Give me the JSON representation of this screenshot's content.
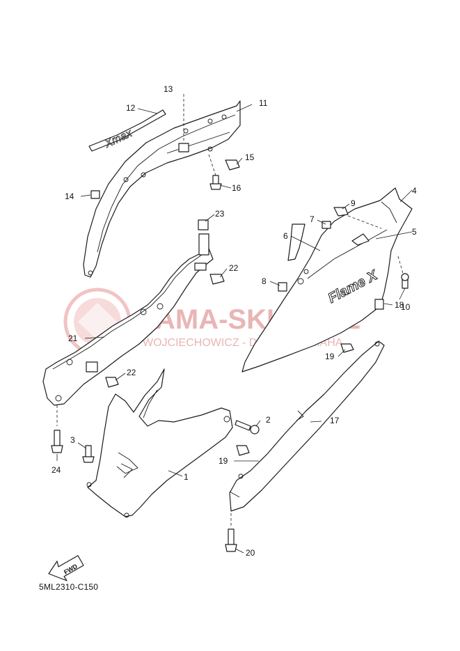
{
  "diagram_code": "5ML2310-C150",
  "watermark": {
    "brand": "YAMA-SKLEP.PL",
    "tagline": "WOJCIECHOWICZ - DEALER YAMAHA",
    "color": "#e6a9a9"
  },
  "fwd_label": "FWD",
  "decal_text": "Xmax",
  "logo_text": "Flame X",
  "callouts": [
    "1",
    "2",
    "3",
    "4",
    "5",
    "6",
    "7",
    "8",
    "9",
    "10",
    "11",
    "12",
    "13",
    "14",
    "15",
    "16",
    "17",
    "19",
    "19",
    "20",
    "21",
    "22",
    "22",
    "23",
    "24",
    "18"
  ]
}
